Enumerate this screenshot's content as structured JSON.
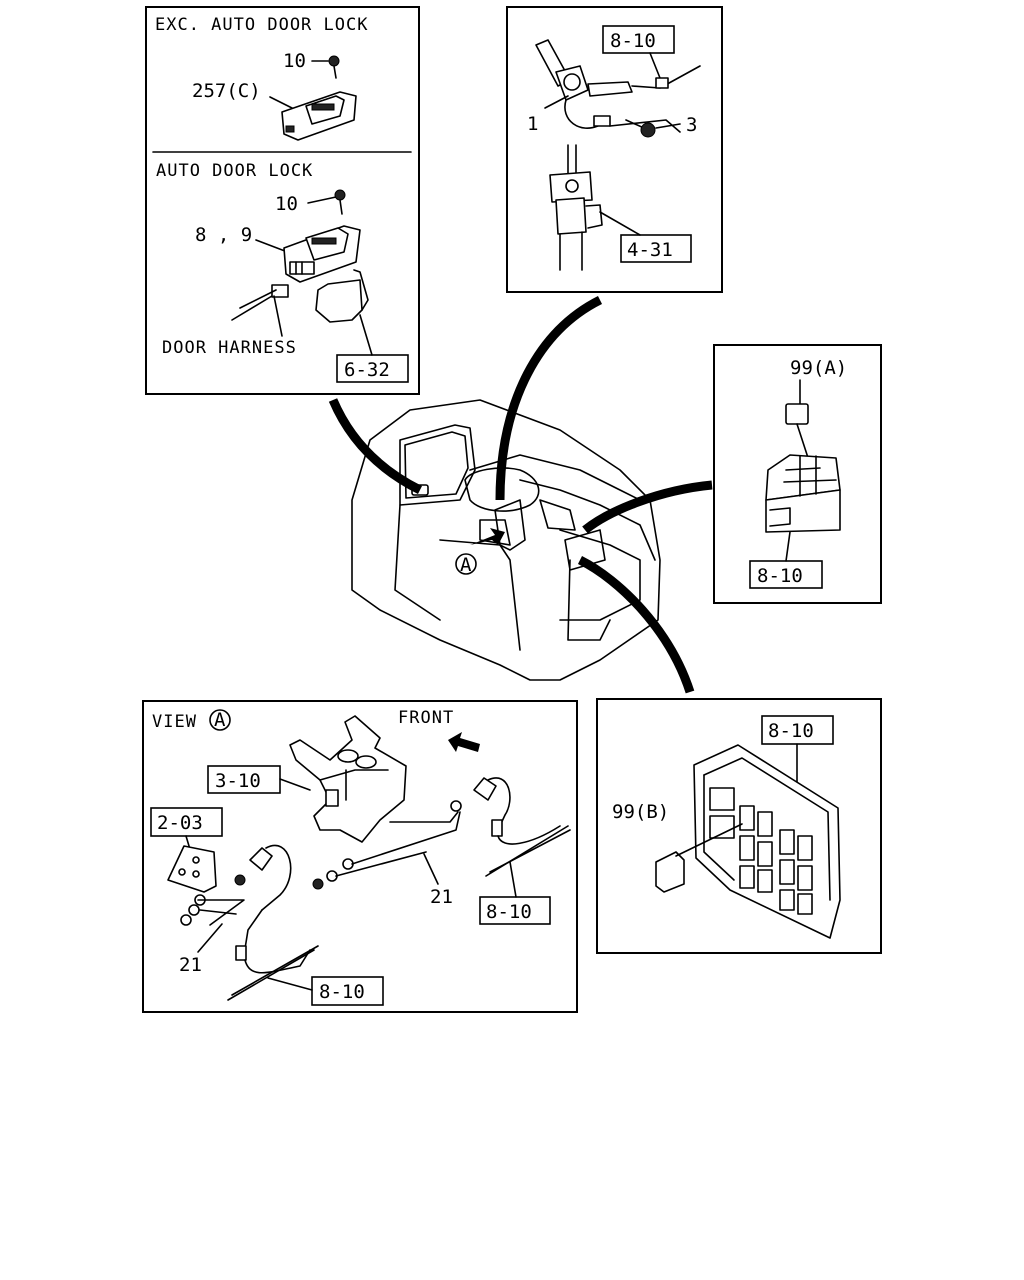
{
  "panels": {
    "door_switch": {
      "header_exc": "EXC. AUTO DOOR LOCK",
      "header_auto": "AUTO DOOR LOCK",
      "screw_top": "10",
      "switch_exc": "257(C)",
      "screw_auto": "10",
      "switch_auto": "8 , 9",
      "harness": "DOOR HARNESS",
      "ref": "6-32"
    },
    "column": {
      "ref_top": "8-10",
      "part_switch": "1",
      "part_screw": "3",
      "ref_bottom": "4-31"
    },
    "relay_a": {
      "part": "99(A)",
      "ref": "8-10"
    },
    "relay_b": {
      "ref": "8-10",
      "part": "99(B)"
    },
    "view_a": {
      "title": "VIEW",
      "circle_letter": "A",
      "front": "FRONT",
      "ref_bracket": "3-10",
      "ref_hinge": "2-03",
      "part_right": "21",
      "part_left": "21",
      "ref_right": "8-10",
      "ref_left": "8-10"
    }
  },
  "cab": {
    "arrow_letter": "A"
  }
}
